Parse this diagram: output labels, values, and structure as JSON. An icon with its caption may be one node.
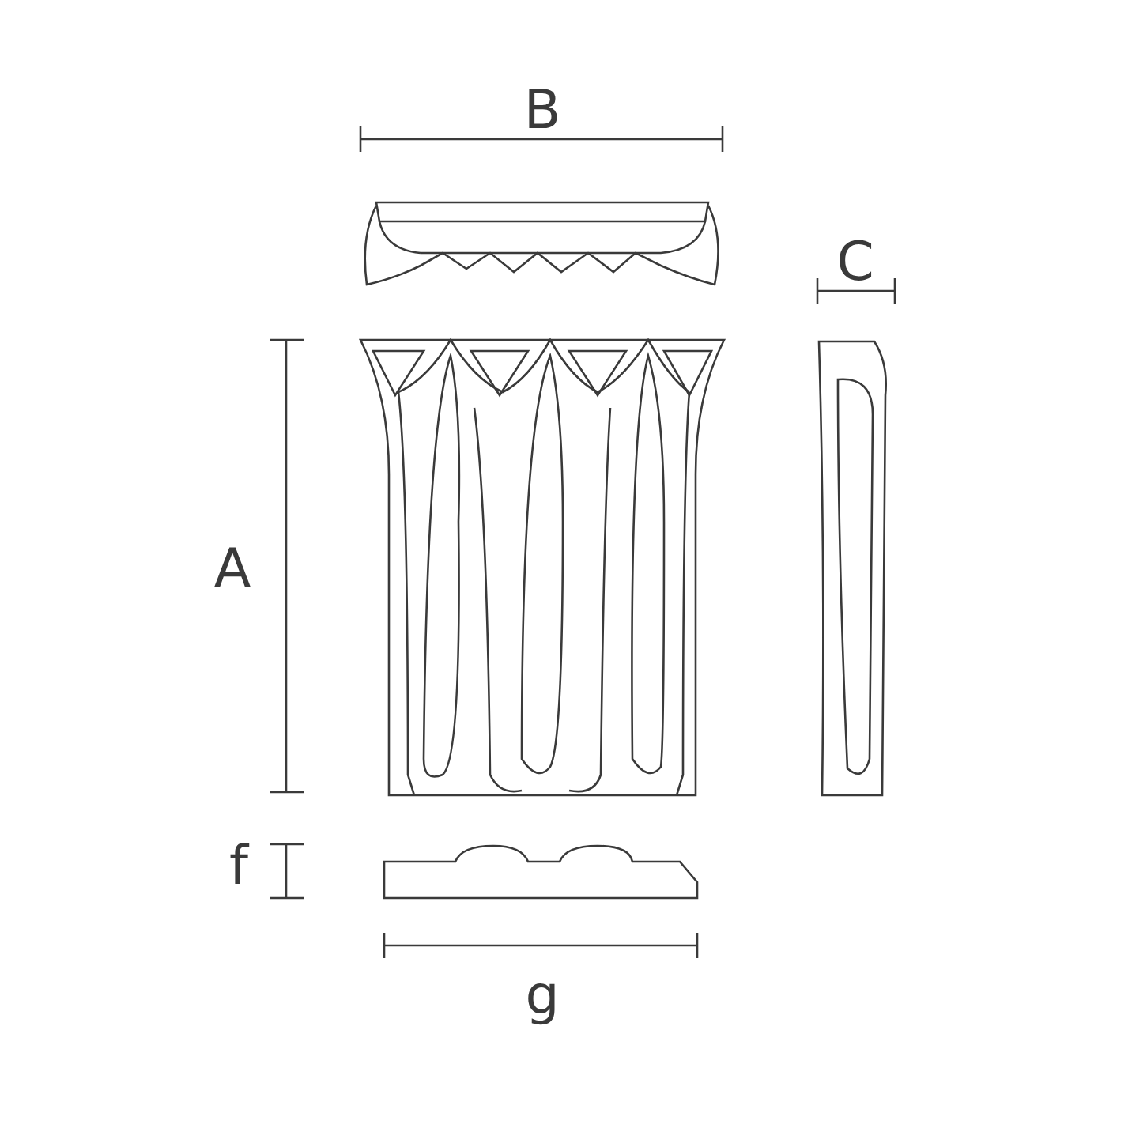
{
  "diagram": {
    "labels": [
      "B",
      "C",
      "A",
      "f",
      "g"
    ]
  }
}
